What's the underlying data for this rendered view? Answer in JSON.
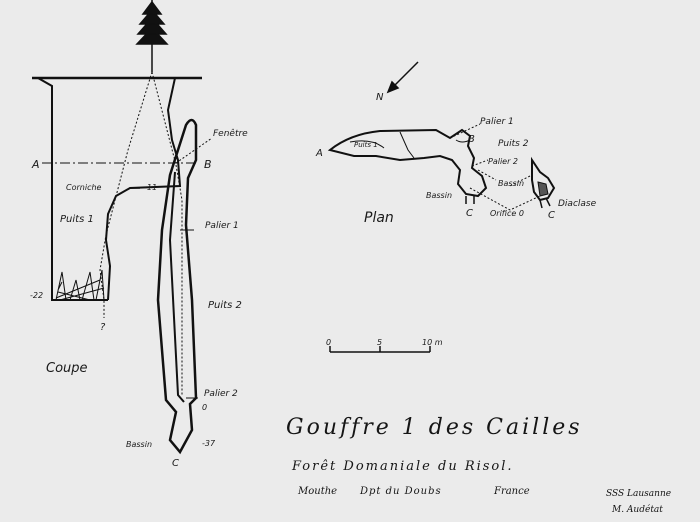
{
  "title": "Gouffre 1 des Cailles",
  "subtitle": "Forêt Domaniale du Risol.",
  "location": {
    "mouthe": "Mouthe",
    "dpt": "Dpt du Doubs",
    "country": "France"
  },
  "credits": {
    "club": "SSS Lausanne",
    "author": "M. Audétat"
  },
  "coupe": {
    "label": "Coupe",
    "section_a": "A",
    "section_b": "B",
    "fenetre": "Fenêtre",
    "corniche": "Corniche",
    "corniche_depth": "-11",
    "puits1": "Puits 1",
    "depth_22": "-22",
    "question": "?",
    "palier1": "Palier 1",
    "puits2": "Puits 2",
    "palier2": "Palier 2",
    "zero": "0",
    "bassin": "Bassin",
    "depth_37": "-37",
    "section_c": "C"
  },
  "plan": {
    "label": "Plan",
    "north": "N",
    "a": "A",
    "b": "B",
    "palier1": "Palier 1",
    "puits2": "Puits 2",
    "palier2": "Palier 2",
    "bassin_left": "Bassin",
    "bassin_right": "Bassin",
    "orifice": "Orifice 0",
    "diaclase": "Diaclase",
    "c_left": "C",
    "c_right": "C",
    "puits1": "Puits 1"
  },
  "scale": {
    "t0": "0",
    "t5": "5",
    "t10": "10 m"
  }
}
